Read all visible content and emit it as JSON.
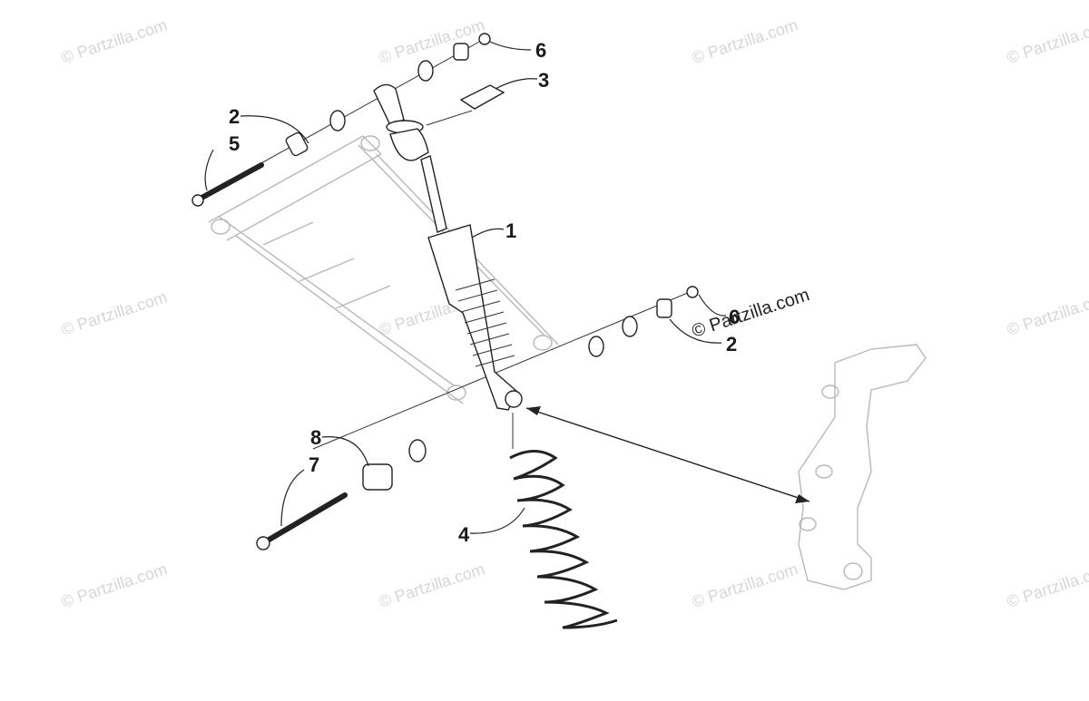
{
  "diagram": {
    "callouts": [
      {
        "id": "c6a",
        "label": "6"
      },
      {
        "id": "c3",
        "label": "3"
      },
      {
        "id": "c2a",
        "label": "2"
      },
      {
        "id": "c5",
        "label": "5"
      },
      {
        "id": "c1",
        "label": "1"
      },
      {
        "id": "c6b",
        "label": "6"
      },
      {
        "id": "c2b",
        "label": "2"
      },
      {
        "id": "c8",
        "label": "8"
      },
      {
        "id": "c7",
        "label": "7"
      },
      {
        "id": "c4",
        "label": "4"
      }
    ]
  },
  "watermark": {
    "text": "© Partzilla.com",
    "main_text": "© Partzilla.com"
  }
}
